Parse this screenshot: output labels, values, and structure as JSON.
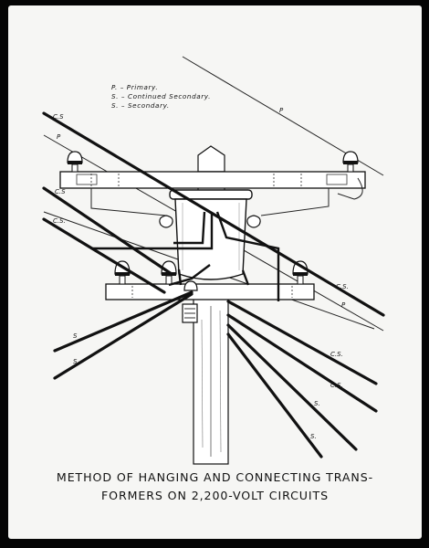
{
  "legend": {
    "line1": "P. – Primary.",
    "line2": "S. – Continued Secondary.",
    "line3": "S. – Secondary."
  },
  "wire_labels": {
    "p_right_top": "P",
    "cs_left_top": "C.S",
    "p_left": "P",
    "cs_left_mid": "C.S",
    "cs_left_low": "C.S.",
    "cs_right_upper": "C.S.",
    "p_right_mid": "P",
    "cs_right_lower_1": "C.S.",
    "cs_right_lower_2": "C.S.",
    "s_right_1": "S.",
    "s_right_2": "S.",
    "s_left_1": "S",
    "s_left_2": "S."
  },
  "caption": {
    "line1": "METHOD OF HANGING AND CONNECTING TRANS-",
    "line2": "FORMERS ON 2,200-VOLT CIRCUITS"
  }
}
